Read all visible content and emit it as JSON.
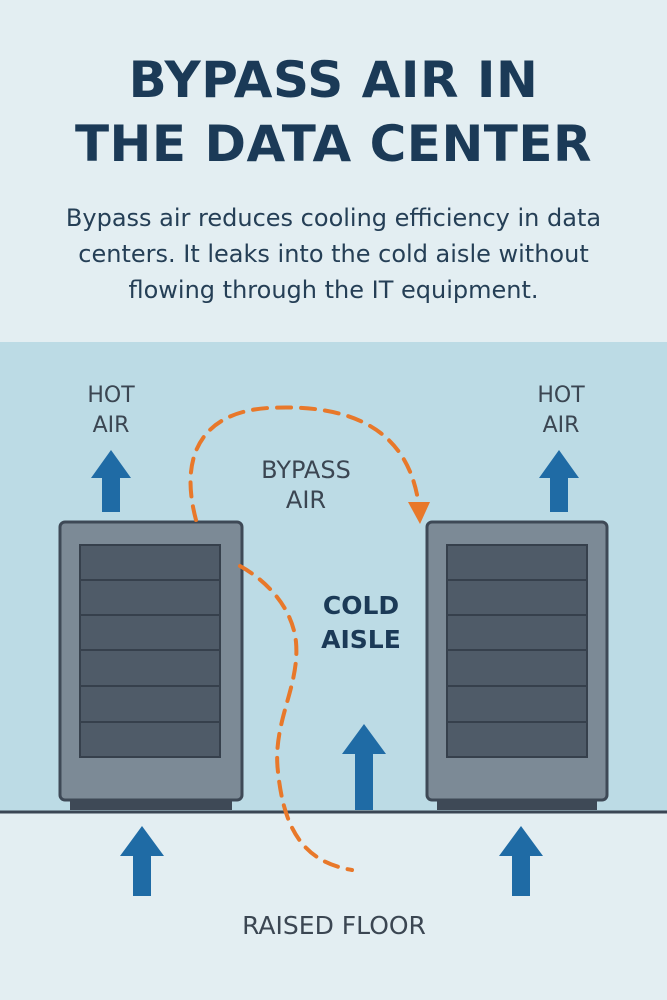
{
  "header": {
    "title_line1": "BYPASS AIR IN",
    "title_line2": "THE DATA CENTER",
    "subtitle": "Bypass air reduces cooling efficiency in data centers. It leaks into the cold aisle without flowing through the IT equipment."
  },
  "diagram": {
    "left_hot_air": [
      "HOT",
      "AIR"
    ],
    "right_hot_air": [
      "HOT",
      "AIR"
    ],
    "bypass_air": [
      "BYPASS",
      "AIR"
    ],
    "cold_aisle": [
      "COLD",
      "AISLE"
    ],
    "raised_floor": "RAISED FLOOR"
  },
  "colors": {
    "title": "#1b3a57",
    "background_top": "#e3eef2",
    "background_room": "#bcdbe5",
    "arrow_blue": "#1f6ba5",
    "bypass_orange": "#e8782a",
    "rack_frame": "#7c8a96",
    "rack_slot": "#4f5b68"
  }
}
